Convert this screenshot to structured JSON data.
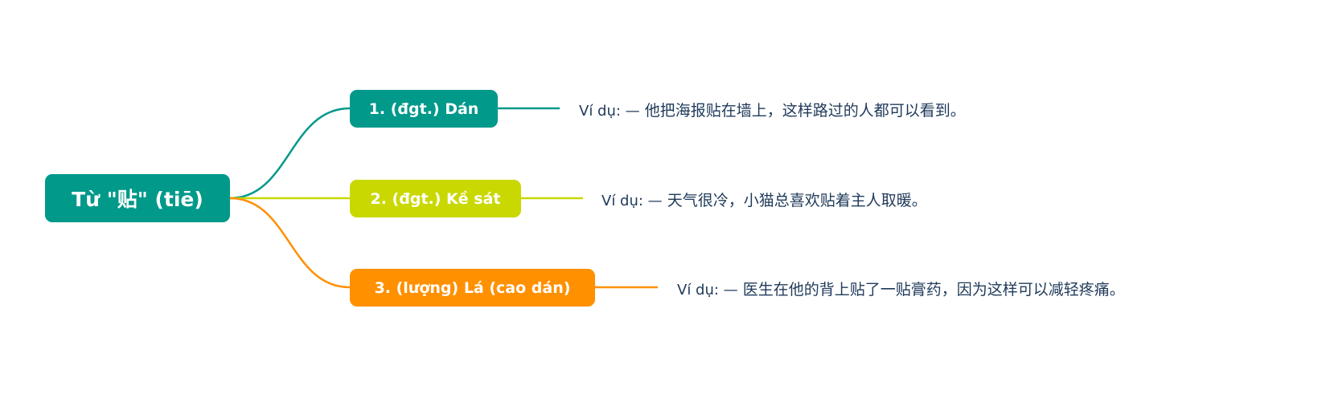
{
  "root": {
    "label": "Từ \"贴\" (tiē)",
    "color": "#00998a"
  },
  "branches": [
    {
      "label": "1. (đgt.) Dán",
      "color": "#00998a",
      "example_prefix": "Ví dụ: —",
      "example": "他把海报贴在墙上，这样路过的人都可以看到。"
    },
    {
      "label": "2. (đgt.) Kề sát",
      "color": "#c9d800",
      "example_prefix": "Ví dụ: —",
      "example": "天气很冷，小猫总喜欢贴着主人取暖。"
    },
    {
      "label": "3. (lượng) Lá (cao dán)",
      "color": "#ff9000",
      "example_prefix": "Ví dụ: —",
      "example": "医生在他的背上贴了一贴膏药，因为这样可以减轻疼痛。"
    }
  ]
}
